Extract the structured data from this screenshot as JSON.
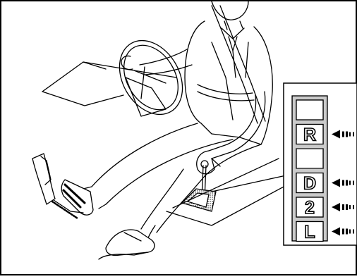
{
  "figure": {
    "subject": "driver-in-seat-operating-automatic-shift-lever",
    "icons": [
      "steering-wheel-icon",
      "brake-pedal-icon",
      "shift-lever-icon",
      "arrow-left-icon"
    ]
  },
  "gear_panel": {
    "positions": [
      {
        "label": "",
        "arrow": false
      },
      {
        "label": "R",
        "arrow": true
      },
      {
        "label": "",
        "arrow": false
      },
      {
        "label": "D",
        "arrow": true
      },
      {
        "label": "2",
        "arrow": true
      },
      {
        "label": "L",
        "arrow": true
      }
    ]
  },
  "colors": {
    "line": "#000000",
    "background": "#ffffff"
  }
}
